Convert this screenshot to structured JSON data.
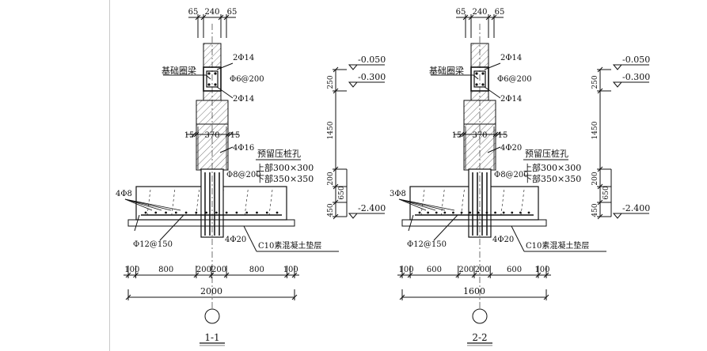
{
  "sections": [
    {
      "id": "s1",
      "title": "1-1",
      "wall_widths": [
        "65",
        "240",
        "65"
      ],
      "beam_label": "基础圈梁",
      "beam_top_bars": "2Φ14",
      "beam_stirrups": "Φ6@200",
      "beam_bottom_bars": "2Φ14",
      "pier_widths": [
        "15",
        "370",
        "15"
      ],
      "pier_bars": "4Φ16",
      "pile_hole_label": "预留压桩孔",
      "pile_hole_upper": "上部300×300",
      "pile_hole_lower": "下部350×350",
      "stirrup_label": "Φ8@200",
      "footing_side_bars": "4Φ8",
      "footing_bottom_bars": "Φ12@150",
      "pier_bottom_bars": "4Φ20",
      "cushion_label": "C10素混凝土垫层",
      "bottom_dims": [
        "100",
        "800",
        "200",
        "200",
        "800",
        "100"
      ],
      "total_width": "2000"
    },
    {
      "id": "s2",
      "title": "2-2",
      "wall_widths": [
        "65",
        "240",
        "65"
      ],
      "beam_label": "基础圈梁",
      "beam_top_bars": "2Φ14",
      "beam_stirrups": "Φ6@200",
      "beam_bottom_bars": "2Φ14",
      "pier_widths": [
        "15",
        "370",
        "15"
      ],
      "pier_bars": "4Φ20",
      "pile_hole_label": "预留压桩孔",
      "pile_hole_upper": "上部300×300",
      "pile_hole_lower": "下部350×350",
      "stirrup_label": "Φ8@200",
      "footing_side_bars": "3Φ8",
      "footing_bottom_bars": "Φ12@150",
      "pier_bottom_bars": "4Φ20",
      "cushion_label": "C10素混凝土垫层",
      "bottom_dims": [
        "100",
        "600",
        "200",
        "200",
        "600",
        "100"
      ],
      "total_width": "1600"
    }
  ],
  "elevations": {
    "top": "-0.050",
    "beam_bottom": "-0.300",
    "footing_bottom": "-2.400"
  },
  "vertical_dims": [
    "250",
    "1450",
    "200",
    "650",
    "450"
  ]
}
